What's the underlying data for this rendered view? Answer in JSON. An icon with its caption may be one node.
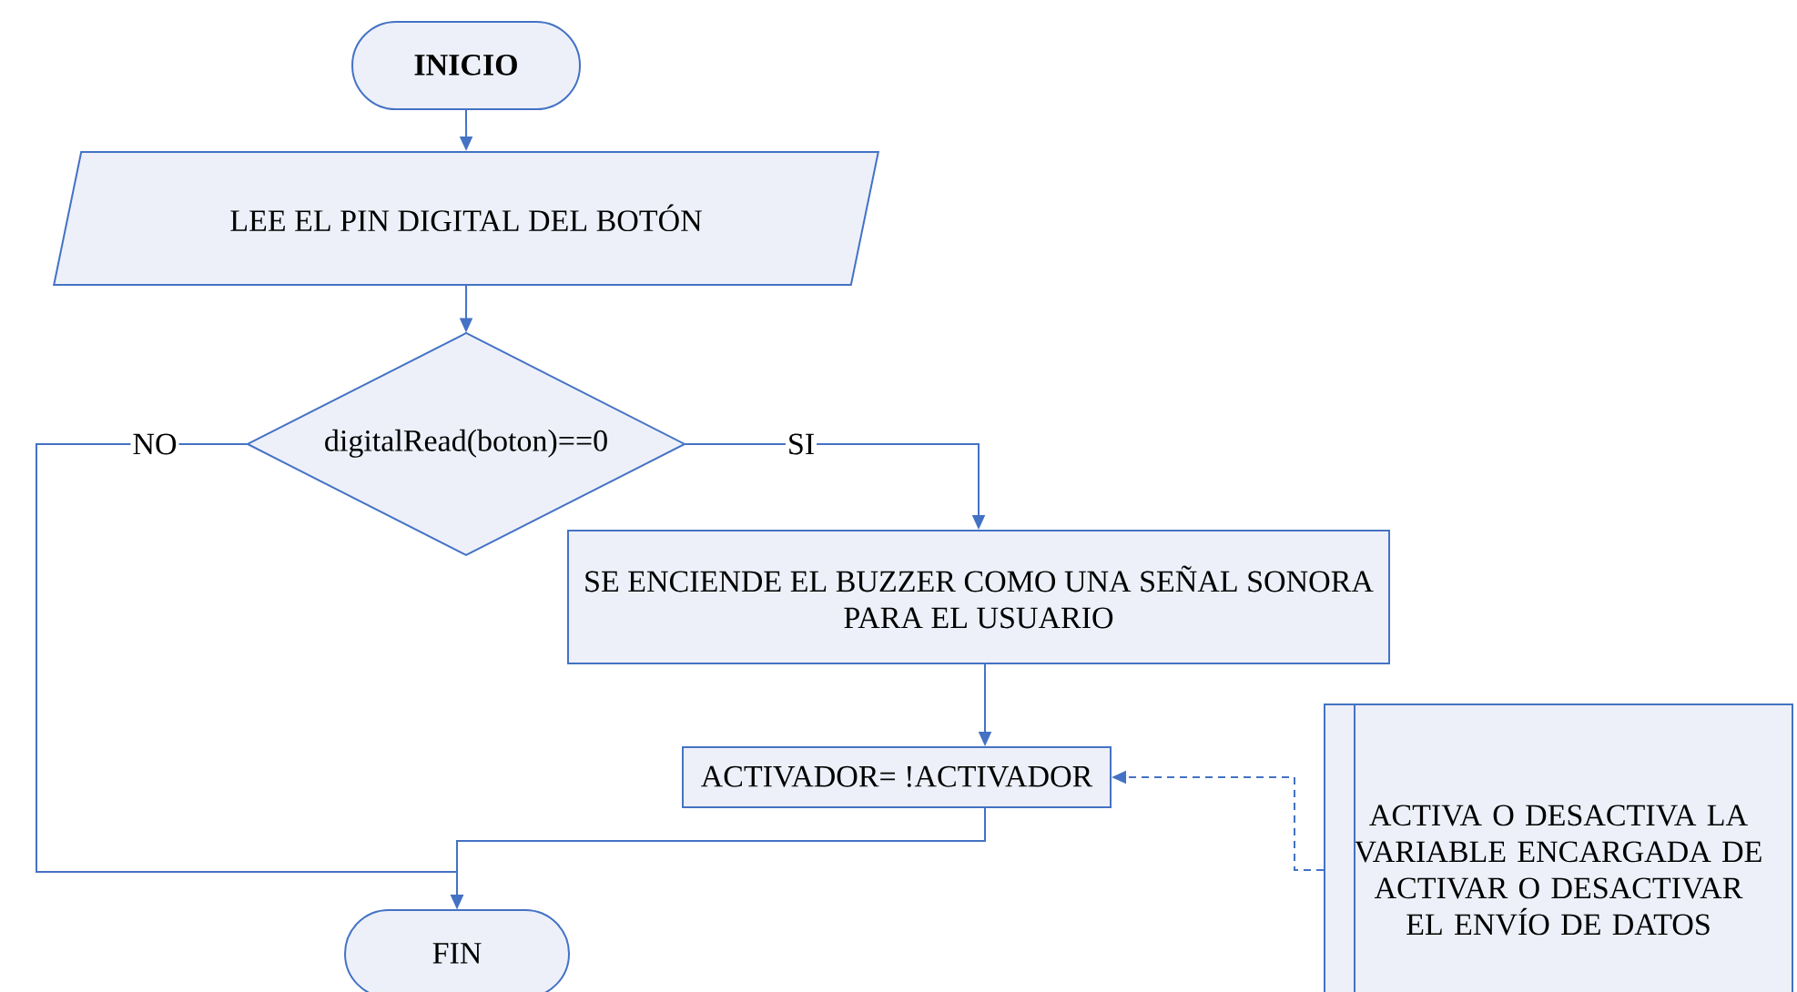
{
  "diagram": {
    "nodes": [
      {
        "text": [
          "INICIO"
        ]
      },
      {
        "text": [
          "LEE EL PIN DIGITAL DEL BOTÓN"
        ]
      },
      {
        "text": [
          "digitalRead(boton)==0"
        ]
      },
      {
        "text": [
          "SE ENCIENDE EL BUZZER COMO UNA SEÑAL SONORA PARA EL USUARIO"
        ]
      },
      {
        "text": [
          "ACTIVADOR= !ACTIVADOR"
        ]
      },
      {
        "text": [
          "FIN"
        ]
      },
      {
        "text": [
          "ACTIVA O DESACTIVA LA VARIABLE ENCARGADA DE ACTIVAR O DESACTIVAR EL ENVÍO DE DATOS"
        ]
      }
    ],
    "edges": [
      {
        "from": 0,
        "to": 1,
        "arrow": "to"
      },
      {
        "from": 1,
        "to": 2,
        "arrow": "to"
      },
      {
        "from": 2,
        "to": 5,
        "arrow": "to",
        "label": "NO"
      },
      {
        "from": 2,
        "to": 3,
        "arrow": "to",
        "label": "SI"
      },
      {
        "from": 3,
        "to": 4,
        "arrow": "to"
      },
      {
        "from": 4,
        "to": 5,
        "arrow": "to"
      },
      {
        "from": 6,
        "to": 4,
        "arrow": "to",
        "style": "dashed"
      }
    ]
  }
}
